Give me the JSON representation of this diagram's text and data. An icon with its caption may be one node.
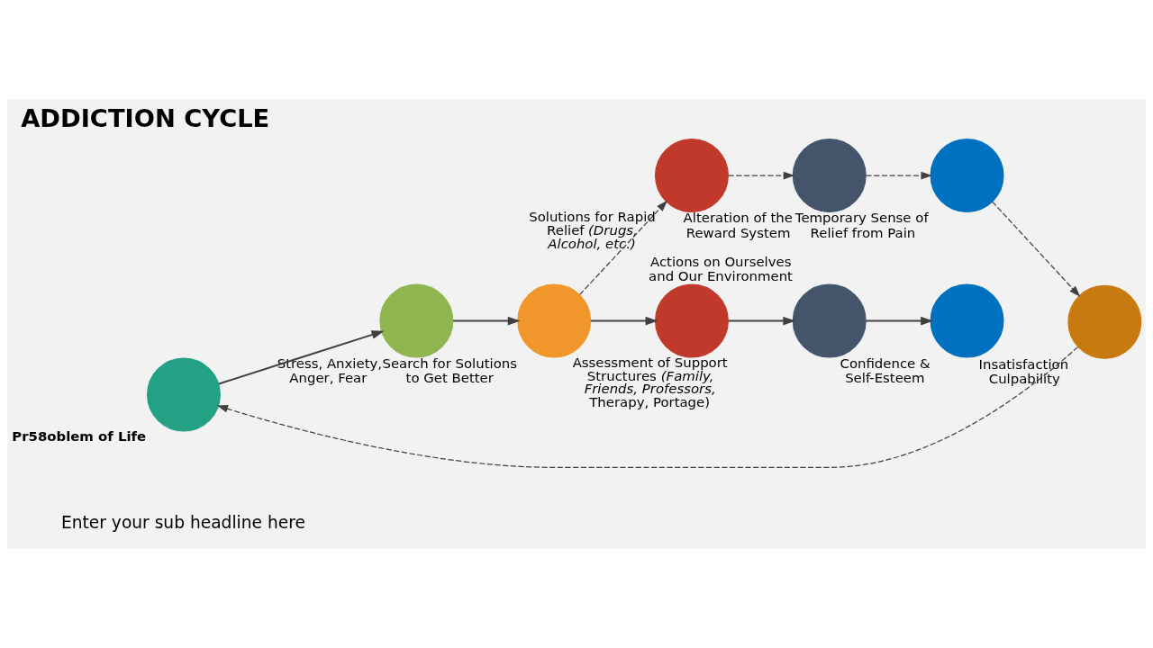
{
  "diagram": {
    "title": "ADDICTION CYCLE",
    "nodes": [
      {
        "text": [
          "Pr58oblem of Life"
        ]
      },
      {
        "text": [
          "Stress, Anxiety, Anger, Fear"
        ]
      },
      {
        "text": [
          "Search for Solutions to Get Better"
        ]
      },
      {
        "text": [
          "Solutions for Rapid Relief *(Drugs, Alcohol, etc.)*"
        ]
      },
      {
        "text": [
          "Alteration of the Reward System"
        ]
      },
      {
        "text": [
          "Temporary Sense of Relief from Pain"
        ]
      },
      {
        "text": [
          "Insatisfaction Culpability"
        ]
      },
      {
        "text": [
          "Assessment of Support Structures *(Family, Friends, Professors, Therapy, Portage)*"
        ]
      },
      {
        "text": [
          "Actions on Ourselves and Our Environment"
        ]
      },
      {
        "text": [
          "Confidence & Self-Esteem"
        ]
      }
    ],
    "edges": [
      {
        "from": 0,
        "to": 1,
        "arrow": "to"
      },
      {
        "from": 1,
        "to": 2,
        "arrow": "to"
      },
      {
        "from": 2,
        "to": 3,
        "arrow": "to",
        "style": "dashed"
      },
      {
        "from": 3,
        "to": 4,
        "arrow": "to",
        "style": "dashed"
      },
      {
        "from": 4,
        "to": 5,
        "arrow": "to",
        "style": "dashed"
      },
      {
        "from": 5,
        "to": 6,
        "arrow": "to",
        "style": "dashed"
      },
      {
        "from": 6,
        "to": 0,
        "arrow": "to",
        "style": "dashed"
      },
      {
        "from": 2,
        "to": 7,
        "arrow": "to"
      },
      {
        "from": 7,
        "to": 8,
        "arrow": "to"
      },
      {
        "from": 8,
        "to": 9,
        "arrow": "to"
      }
    ],
    "labels": [
      "Enter your sub headline here"
    ]
  }
}
